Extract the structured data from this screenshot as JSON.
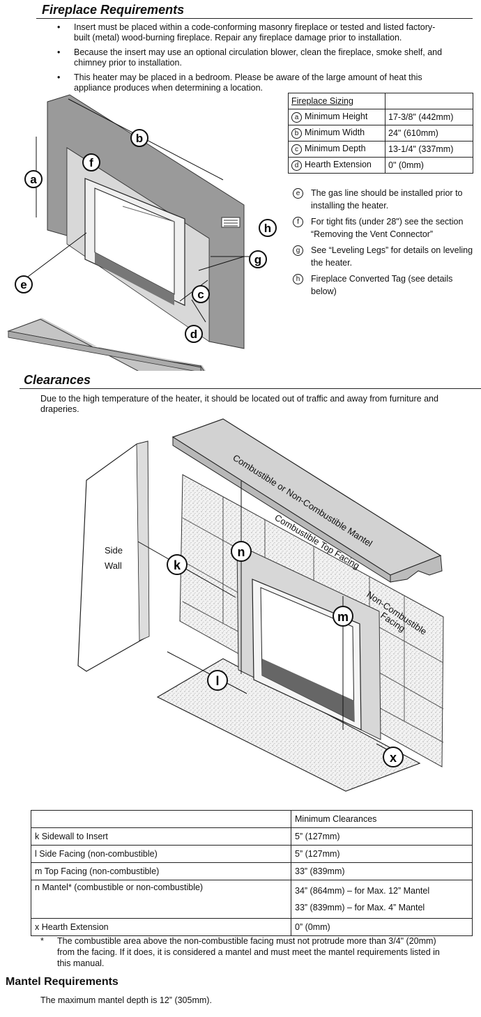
{
  "fireplace": {
    "title": "Fireplace Requirements",
    "bullets": [
      "Insert must be placed within a code-conforming masonry fireplace or tested and listed factory-built (metal) wood-burning fireplace.  Repair any fireplace damage prior to installation.",
      "Because the insert may use an optional circulation blower, clean the fireplace, smoke shelf, and chimney prior to installation.",
      "This heater may be placed in a bedroom.  Please be aware of the large amount of heat this appliance produces when determining a location."
    ],
    "sizing_header": "Fireplace Sizing",
    "sizing": [
      {
        "key": "a",
        "label": "Minimum Height",
        "value": "17-3/8\" (442mm)"
      },
      {
        "key": "b",
        "label": "Minimum Width",
        "value": "24\" (610mm)"
      },
      {
        "key": "c",
        "label": "Minimum Depth",
        "value": "13-1/4\" (337mm)"
      },
      {
        "key": "d",
        "label": "Hearth Extension",
        "value": "0\" (0mm)"
      }
    ],
    "notes": [
      {
        "key": "e",
        "text": "The gas line should be installed prior to installing the heater."
      },
      {
        "key": "f",
        "text": "For tight fits (under 28\") see the section “Removing the Vent Connector”"
      },
      {
        "key": "g",
        "text": "See “Leveling Legs” for details on leveling the heater."
      },
      {
        "key": "h",
        "text": "Fireplace Converted Tag (see details below)"
      }
    ],
    "diagram_labels": [
      "a",
      "b",
      "c",
      "d",
      "e",
      "f",
      "g",
      "h"
    ]
  },
  "clearances": {
    "title": "Clearances",
    "intro": "Due to the high temperature of the heater, it should be located out of traffic and away from furniture and draperies.",
    "diagram": {
      "side_wall": "Side",
      "side_wall2": "Wall",
      "mantel": "Combustible or Non-Combustible Mantel",
      "top_facing": "Combustible Top Facing",
      "noncomb": "Non-Combustible",
      "noncomb2": "Facing",
      "labels": [
        "k",
        "n",
        "m",
        "l",
        "x"
      ]
    },
    "table_header": "Minimum Clearances",
    "rows": [
      {
        "label": "k   Sidewall to Insert",
        "value": "5” (127mm)"
      },
      {
        "label": "l   Side Facing (non-combustible)",
        "value": "5” (127mm)"
      },
      {
        "label": "m  Top Facing (non-combustible)",
        "value": "33” (839mm)"
      },
      {
        "label": "n   Mantel* (combustible or non-combustible)",
        "value": "34” (864mm) – for Max. 12” Mantel",
        "value2": "33” (839mm) – for Max. 4” Mantel"
      },
      {
        "label": "x   Hearth Extension",
        "value": "0” (0mm)"
      }
    ],
    "footnote_mark": "*",
    "footnote": "The combustible area above the non-combustible facing must not protrude more than 3/4\" (20mm) from the facing.  If it does, it is considered a mantel and must meet the mantel requirements listed in this manual."
  },
  "mantel": {
    "title": "Mantel Requirements",
    "text": "The maximum mantel depth is 12” (305mm)."
  }
}
